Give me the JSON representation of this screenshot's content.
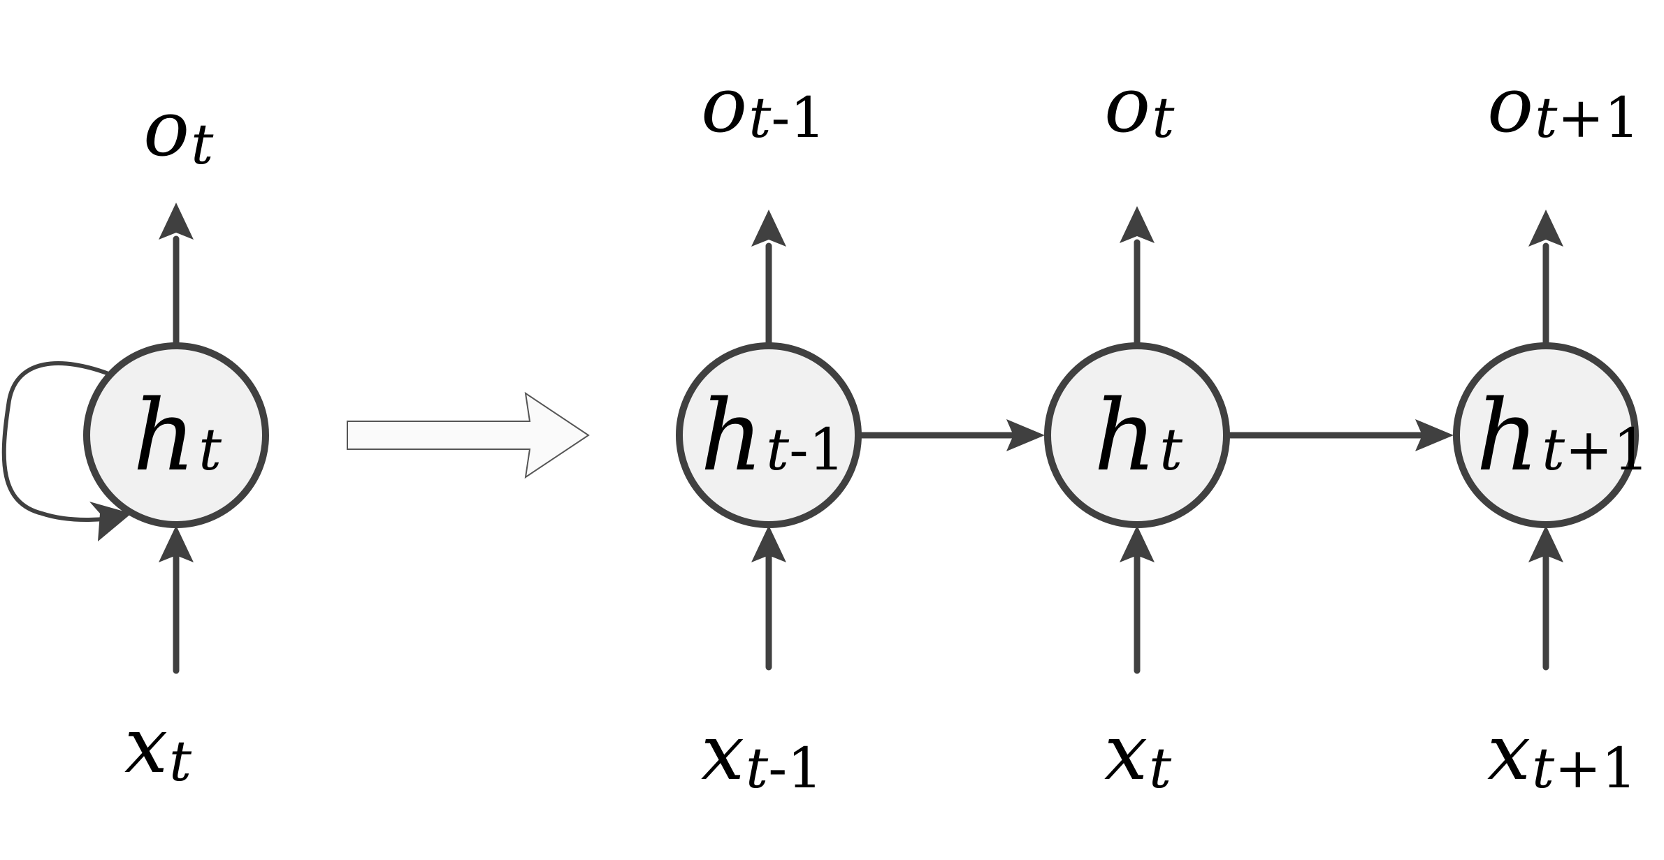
{
  "folded": {
    "output": {
      "sym": "o",
      "sub": "t",
      "num": ""
    },
    "hidden": {
      "sym": "h",
      "sub": "t",
      "num": ""
    },
    "input": {
      "sym": "x",
      "sub": "t",
      "num": ""
    }
  },
  "unrolled": [
    {
      "output": {
        "sym": "o",
        "sub": "t",
        "num": "-1"
      },
      "hidden": {
        "sym": "h",
        "sub": "t",
        "num": "-1"
      },
      "input": {
        "sym": "x",
        "sub": "t",
        "num": "-1"
      }
    },
    {
      "output": {
        "sym": "o",
        "sub": "t",
        "num": ""
      },
      "hidden": {
        "sym": "h",
        "sub": "t",
        "num": ""
      },
      "input": {
        "sym": "x",
        "sub": "t",
        "num": ""
      }
    },
    {
      "output": {
        "sym": "o",
        "sub": "t",
        "num": "+1"
      },
      "hidden": {
        "sym": "h",
        "sub": "t",
        "num": "+1"
      },
      "input": {
        "sym": "x",
        "sub": "t",
        "num": "+1"
      }
    }
  ]
}
